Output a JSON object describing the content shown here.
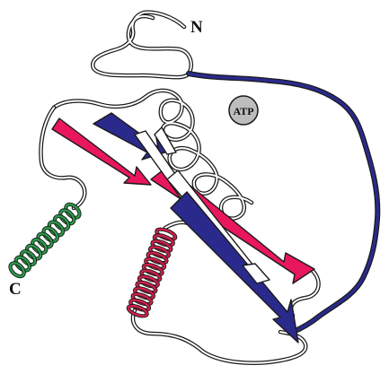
{
  "labels": {
    "n_terminus": "N",
    "c_terminus": "C",
    "ligand": "ATP"
  },
  "colors": {
    "background": "#ffffff",
    "coil_outline": "#1a1a1a",
    "coil_fill": "#ffffff",
    "strand_red": "#e8175d",
    "strand_blue": "#2a2a8c",
    "helix_green": "#2a9a4a",
    "helix_red": "#d0204a",
    "atp_fill": "#bdbdbd"
  }
}
